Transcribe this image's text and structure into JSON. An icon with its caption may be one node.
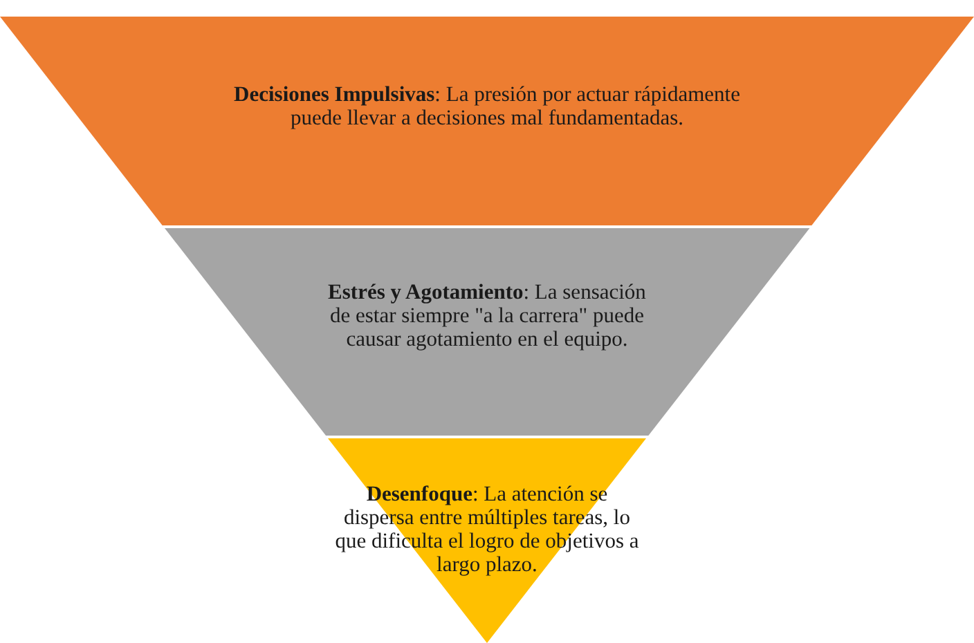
{
  "diagram": {
    "nodes": [
      {
        "text": [
          "**Decisiones Impulsivas**: La presión por actuar rápidamente puede llevar a decisiones mal fundamentadas."
        ]
      },
      {
        "text": [
          "**Estrés y Agotamiento**: La sensación de estar siempre \"a la carrera\" puede causar agotamiento en el equipo."
        ]
      },
      {
        "text": [
          "**Desenfoque**: La atención se dispersa entre múltiples tareas, lo que dificulta el logro de objetivos a largo plazo."
        ]
      }
    ]
  }
}
